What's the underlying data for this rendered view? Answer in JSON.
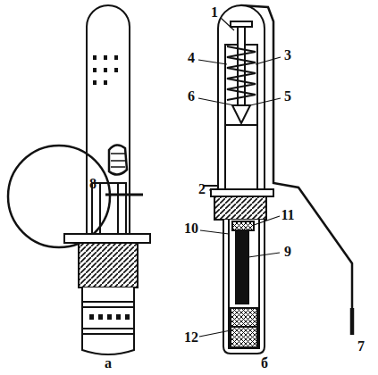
{
  "diagram": {
    "labels": [
      "1",
      "3",
      "4",
      "6",
      "5",
      "8",
      "2",
      "11",
      "10",
      "9",
      "12",
      "7",
      "а",
      "б"
    ]
  }
}
